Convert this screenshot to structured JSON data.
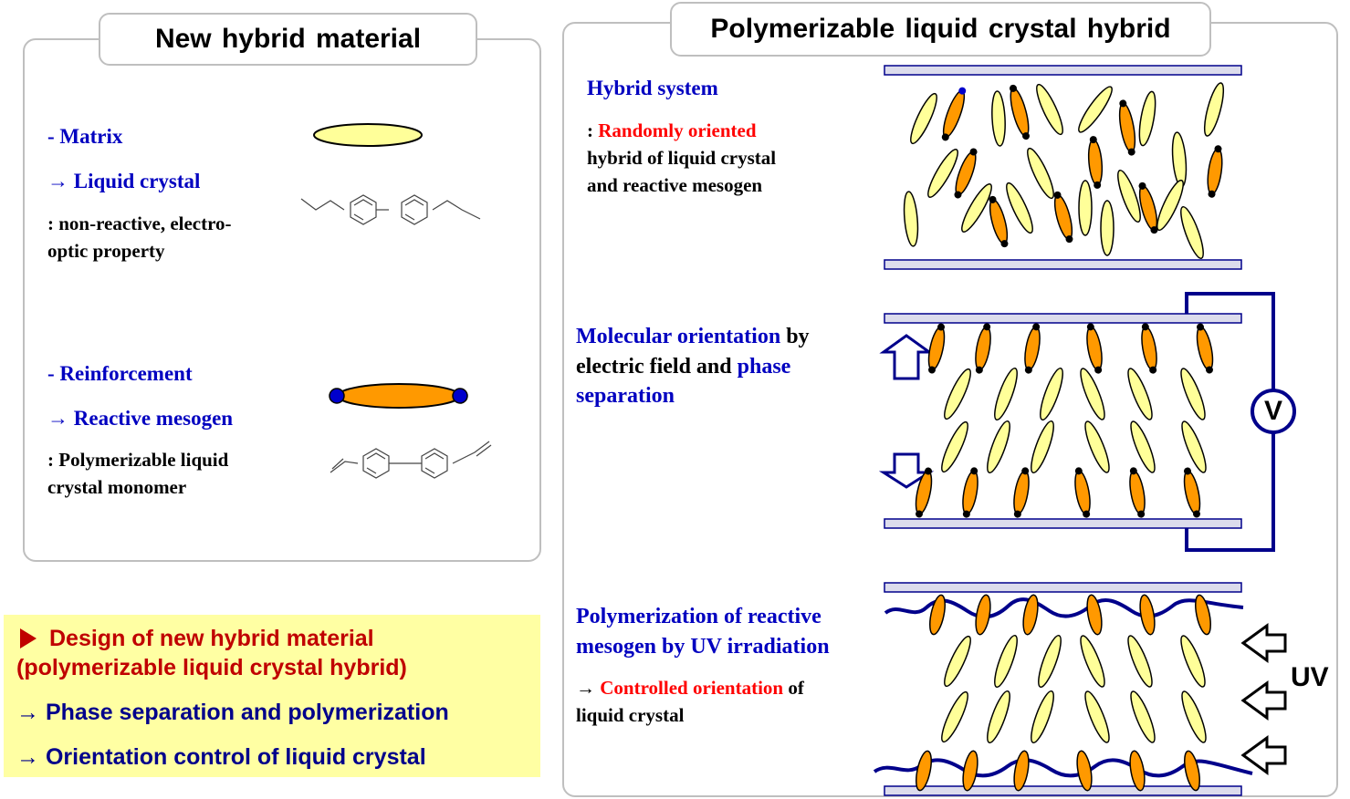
{
  "left_panel": {
    "title": "New hybrid material",
    "matrix": {
      "heading": "- Matrix",
      "arrow_label": "→ Liquid crystal",
      "desc_line1": ": non-reactive, electro-",
      "desc_line2": "optic property"
    },
    "reinforcement": {
      "heading": "- Reinforcement",
      "arrow_label": "→ Reactive mesogen",
      "desc_line1": ": Polymerizable liquid",
      "desc_line2": "crystal monomer"
    }
  },
  "summary": {
    "line1": "Design of new hybrid material",
    "line2": "(polymerizable liquid crystal hybrid)",
    "line3": "→ Phase separation and polymerization",
    "line4": "→ Orientation control of liquid crystal"
  },
  "right_panel": {
    "title": "Polymerizable liquid crystal hybrid",
    "hybrid": {
      "heading": "Hybrid system",
      "colon": ": ",
      "red_text": "Randomly oriented",
      "line2": "hybrid of liquid crystal",
      "line3": "and reactive mesogen"
    },
    "orientation": {
      "blue1": "Molecular orientation",
      "black1": " by",
      "black2": "electric field and ",
      "blue2": "phase",
      "blue3": "separation",
      "voltage_label": "V"
    },
    "polymerization": {
      "line1": "Polymerization of reactive",
      "line2": "mesogen by UV irradiation",
      "arrow": "→ ",
      "red_text": "Controlled orientation",
      "black_text": " of",
      "line4": "liquid crystal",
      "uv_label": "UV"
    }
  },
  "colors": {
    "liquid_crystal_fill": "#ffff99",
    "mesogen_fill": "#ff9900",
    "mesogen_end": "#0000cc",
    "circuit": "#00008b",
    "plate_fill": "#dcdcec",
    "summary_bg": "#ffffa3"
  }
}
